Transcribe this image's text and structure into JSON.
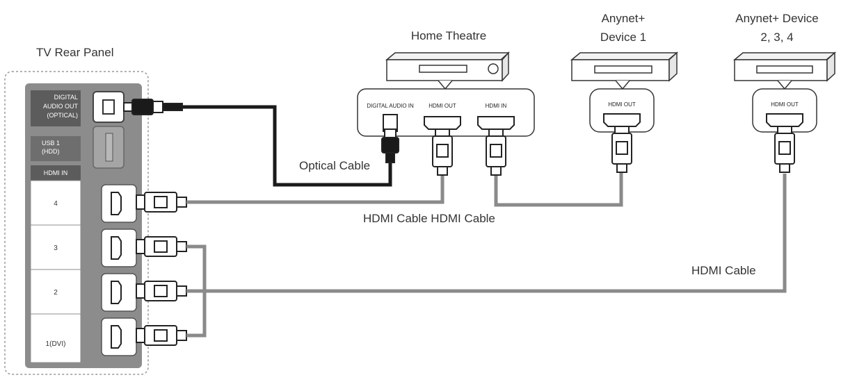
{
  "labels": {
    "tv_rear_panel": "TV Rear Panel",
    "home_theatre": "Home Theatre",
    "anynet_device1_line1": "Anynet+",
    "anynet_device1_line2": "Device 1",
    "anynet_device234_line1": "Anynet+ Device",
    "anynet_device234_line2": "2, 3, 4",
    "optical_cable": "Optical Cable",
    "hdmi_cable_pair": "HDMI Cable HDMI Cable",
    "hdmi_cable_right": "HDMI Cable"
  },
  "tv_panel": {
    "digital_audio_out": [
      "DIGITAL",
      "AUDIO OUT",
      "(OPTICAL)"
    ],
    "usb": [
      "USB 1",
      "(HDD)"
    ],
    "hdmi_in_header": "HDMI IN",
    "hdmi_slots": [
      "4",
      "3",
      "2",
      "1(DVI)"
    ]
  },
  "home_theatre_ports": {
    "digital_audio_in": "DIGITAL AUDIO IN",
    "hdmi_out": "HDMI OUT",
    "hdmi_in": "HDMI IN"
  },
  "device1_port": "HDMI OUT",
  "device234_port": "HDMI OUT",
  "colors": {
    "panel_gray": "#8c8c8c",
    "cable_gray": "#8a8a8a",
    "cable_black": "#1a1a1a",
    "line_dark": "#333333"
  }
}
